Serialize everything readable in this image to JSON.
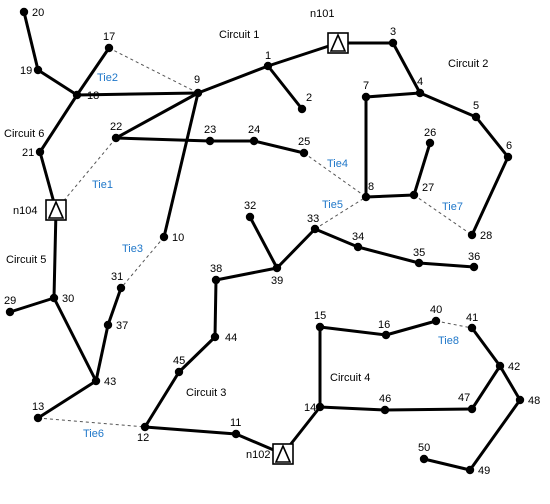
{
  "nodes": [
    {
      "id": "1"
    },
    {
      "id": "2"
    },
    {
      "id": "3"
    },
    {
      "id": "4"
    },
    {
      "id": "5"
    },
    {
      "id": "6"
    },
    {
      "id": "7"
    },
    {
      "id": "8"
    },
    {
      "id": "9"
    },
    {
      "id": "10"
    },
    {
      "id": "11"
    },
    {
      "id": "12"
    },
    {
      "id": "13"
    },
    {
      "id": "14"
    },
    {
      "id": "15"
    },
    {
      "id": "16"
    },
    {
      "id": "17"
    },
    {
      "id": "18"
    },
    {
      "id": "19"
    },
    {
      "id": "20"
    },
    {
      "id": "21"
    },
    {
      "id": "22"
    },
    {
      "id": "23"
    },
    {
      "id": "24"
    },
    {
      "id": "25"
    },
    {
      "id": "26"
    },
    {
      "id": "27"
    },
    {
      "id": "28"
    },
    {
      "id": "29"
    },
    {
      "id": "30"
    },
    {
      "id": "31"
    },
    {
      "id": "32"
    },
    {
      "id": "33"
    },
    {
      "id": "34"
    },
    {
      "id": "35"
    },
    {
      "id": "36"
    },
    {
      "id": "37"
    },
    {
      "id": "38"
    },
    {
      "id": "39"
    },
    {
      "id": "40"
    },
    {
      "id": "41"
    },
    {
      "id": "42"
    },
    {
      "id": "43"
    },
    {
      "id": "44"
    },
    {
      "id": "45"
    },
    {
      "id": "46"
    },
    {
      "id": "47"
    },
    {
      "id": "48"
    },
    {
      "id": "49"
    },
    {
      "id": "50"
    }
  ],
  "substations": [
    {
      "id": "n101"
    },
    {
      "id": "n102"
    },
    {
      "id": "n104"
    }
  ],
  "circuits": [
    {
      "label": "Circuit 1"
    },
    {
      "label": "Circuit 2"
    },
    {
      "label": "Circuit 3"
    },
    {
      "label": "Circuit 4"
    },
    {
      "label": "Circuit 5"
    },
    {
      "label": "Circuit 6"
    }
  ],
  "ties": [
    {
      "label": "Tie1",
      "from": "n104",
      "to": "22"
    },
    {
      "label": "Tie2",
      "from": "17",
      "to": "9"
    },
    {
      "label": "Tie3",
      "from": "10",
      "to": "31"
    },
    {
      "label": "Tie4",
      "from": "25",
      "to": "8"
    },
    {
      "label": "Tie5",
      "from": "33",
      "to": "8"
    },
    {
      "label": "Tie6",
      "from": "13",
      "to": "12"
    },
    {
      "label": "Tie7",
      "from": "27",
      "to": "28"
    },
    {
      "label": "Tie8",
      "from": "40",
      "to": "41"
    }
  ],
  "lines": [
    [
      "n101",
      "1"
    ],
    [
      "1",
      "2"
    ],
    [
      "1",
      "9"
    ],
    [
      "n101",
      "3"
    ],
    [
      "3",
      "4"
    ],
    [
      "4",
      "7"
    ],
    [
      "7",
      "8"
    ],
    [
      "8",
      "27"
    ],
    [
      "27",
      "26"
    ],
    [
      "4",
      "5"
    ],
    [
      "5",
      "6"
    ],
    [
      "6",
      "28"
    ],
    [
      "9",
      "18"
    ],
    [
      "9",
      "22"
    ],
    [
      "9",
      "10"
    ],
    [
      "22",
      "23"
    ],
    [
      "23",
      "24"
    ],
    [
      "24",
      "25"
    ],
    [
      "n104",
      "21"
    ],
    [
      "21",
      "18"
    ],
    [
      "18",
      "19"
    ],
    [
      "19",
      "20"
    ],
    [
      "18",
      "17"
    ],
    [
      "n104",
      "30"
    ],
    [
      "30",
      "29"
    ],
    [
      "30",
      "43"
    ],
    [
      "43",
      "37"
    ],
    [
      "37",
      "31"
    ],
    [
      "43",
      "13"
    ],
    [
      "n102",
      "11"
    ],
    [
      "11",
      "12"
    ],
    [
      "12",
      "45"
    ],
    [
      "45",
      "44"
    ],
    [
      "44",
      "38"
    ],
    [
      "38",
      "39"
    ],
    [
      "39",
      "32"
    ],
    [
      "39",
      "33"
    ],
    [
      "33",
      "34"
    ],
    [
      "34",
      "35"
    ],
    [
      "35",
      "36"
    ],
    [
      "n102",
      "14"
    ],
    [
      "14",
      "15"
    ],
    [
      "15",
      "16"
    ],
    [
      "16",
      "40"
    ],
    [
      "14",
      "46"
    ],
    [
      "46",
      "47"
    ],
    [
      "47",
      "42"
    ],
    [
      "42",
      "41"
    ],
    [
      "42",
      "48"
    ],
    [
      "48",
      "49"
    ],
    [
      "49",
      "50"
    ]
  ]
}
